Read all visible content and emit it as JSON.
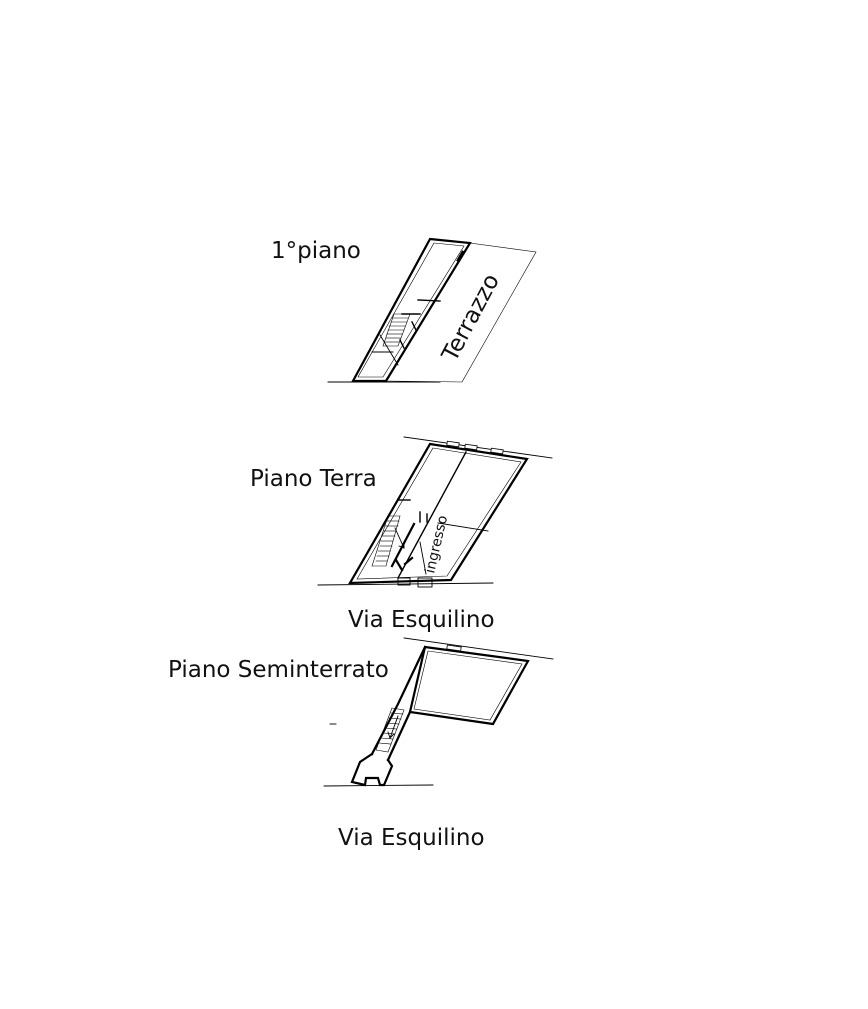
{
  "floors": {
    "first": {
      "label": "1°piano",
      "terrace_label": "Terrazzo"
    },
    "ground": {
      "label": "Piano Terra",
      "entrance_label": "ingresso",
      "street_label": "Via Esquilino"
    },
    "basement": {
      "label": "Piano Seminterrato",
      "street_label": "Via Esquilino"
    }
  }
}
